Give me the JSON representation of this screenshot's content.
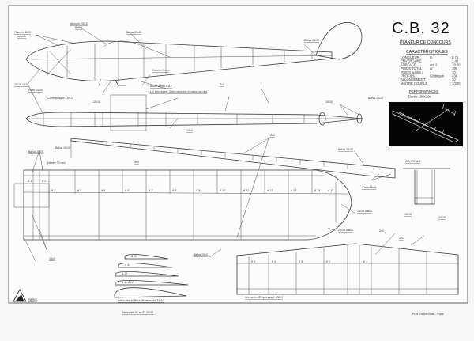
{
  "title": "C.B. 32",
  "subtitle": "PLANEUR DE CONCOURS",
  "specs": {
    "heading": "CARACTÉRISTIQUES",
    "rows": [
      {
        "label": "LONGUEUR",
        "unit": "m",
        "value": "0.71"
      },
      {
        "label": "ENVERGURE",
        "unit": "-",
        "value": "1.40"
      },
      {
        "label": "SURFACE",
        "unit": "dm 2",
        "value": "19.60"
      },
      {
        "label": "POIDS TOTAL",
        "unit": "gr",
        "value": "190"
      },
      {
        "label": "POIDS au dm 2",
        "unit": "-",
        "value": "10"
      },
      {
        "label": "PROFILS",
        "unit": "Göttingen",
        "value": "436"
      },
      {
        "label": "ALLONGEMENT",
        "unit": "",
        "value": "10"
      },
      {
        "label": "MAÎTRE COUPLE",
        "unit": "",
        "value": "1/200"
      }
    ]
  },
  "performances": {
    "heading": "PERFORMANCES",
    "text": "Durée 10m.20s"
  },
  "labels": {
    "plywood": "Planche 8/10",
    "ply_sub": "lamelle",
    "spar": "Nervure 20/10",
    "spar_sub": "Balsa",
    "balsa_top": "Balsa 10x3",
    "hook": "Crochet 3 mm",
    "latte": "Balsa 15/10",
    "pin": "Boule à tout F.A.I.",
    "nose": "10/10 x 10",
    "plank": "Plein 15/10",
    "contreplaque": "Contreplaqué 15/10",
    "ct15": "15/10",
    "cover": "Lu! enveloppe 2mm cartonné à maton au dos",
    "s10x3": "10x3",
    "s3x3": "3x3",
    "s10_10": "10/10",
    "balsa15": "Balsa 15/10",
    "balsa10_10": "Balsa 10/10",
    "dihedral": "Dièdre 70 mm",
    "a4x4": "4x4",
    "balsa_a": "Balsa 10/10",
    "s2x2": "2x2",
    "balsa_b": "Balsa 10/10",
    "b15": "15/10 balsa",
    "b20": "20/10 balsa",
    "balsa_c": "Balsa 10x3",
    "coupe": "COUPE A.B",
    "carton": "Carton bois",
    "c10": "10/10",
    "c15": "15/10",
    "s2x2b": "2x2",
    "s2x3": "2x3",
    "a10x2": "10x2",
    "ribs_note": "Nervures et Becs de nervures 15/10",
    "ribs_note2": "Nervures A1 et A2 20/10",
    "stab_note": "Nervures d'Empennage 15/10",
    "logo_text": "PARIS",
    "credit": "Publ. Le Bel Bois... Paris"
  },
  "wing_ribs": [
    "A 1",
    "A 2",
    "A 3",
    "A 4",
    "A 5",
    "A 6",
    "A 7",
    "A 8",
    "A 9",
    "A 10",
    "A 11",
    "A 12",
    "A 13",
    "A 14",
    "A 15"
  ],
  "profiles": [
    "A 15",
    "A 14",
    "A 13",
    "A 3 - A 12"
  ],
  "stab_ribs": [
    "E 5",
    "E 4",
    "E 3",
    "E 2",
    "E 1"
  ]
}
